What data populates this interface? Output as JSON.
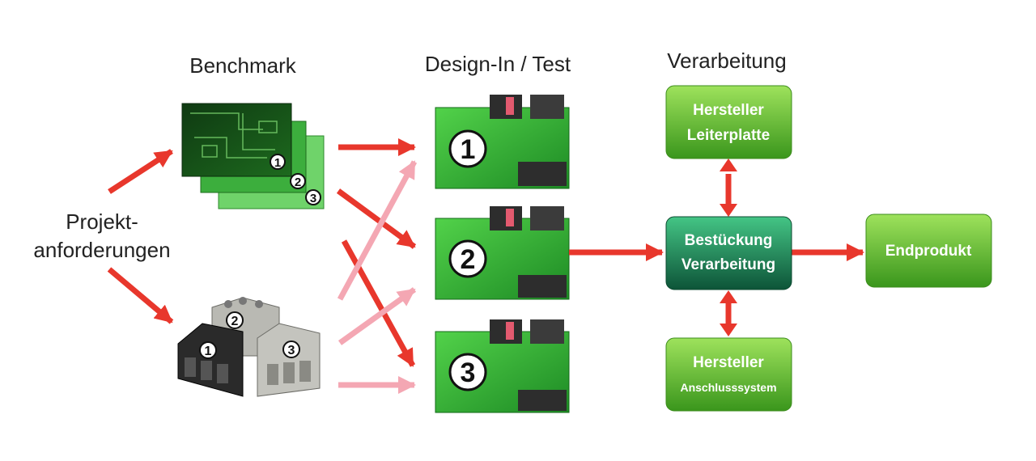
{
  "headers": {
    "benchmark": "Benchmark",
    "design_in": "Design-In / Test",
    "verarbeitung": "Verarbeitung"
  },
  "start_label": {
    "line1": "Projekt-",
    "line2": "anforderungen"
  },
  "boxes": {
    "hersteller_leiterplatte": {
      "line1": "Hersteller",
      "line2": "Leiterplatte"
    },
    "bestueckung": {
      "line1": "Bestückung",
      "line2": "Verarbeitung"
    },
    "hersteller_anschluss": {
      "line1": "Hersteller",
      "line2": "Anschlusssystem"
    },
    "endprodukt": {
      "line1": "Endprodukt"
    }
  },
  "numbers": {
    "pcb": [
      "1",
      "2",
      "3"
    ],
    "terminal": [
      "1",
      "2",
      "3"
    ],
    "design": [
      "1",
      "2",
      "3"
    ]
  },
  "colors": {
    "arrow_red": "#e8372c",
    "arrow_pink": "#f4a7b3",
    "box_green_top": "#8fdc52",
    "box_green_bottom": "#3e9a1e",
    "box_dark_top": "#3cb87a",
    "box_dark_bottom": "#0f5a3c"
  }
}
